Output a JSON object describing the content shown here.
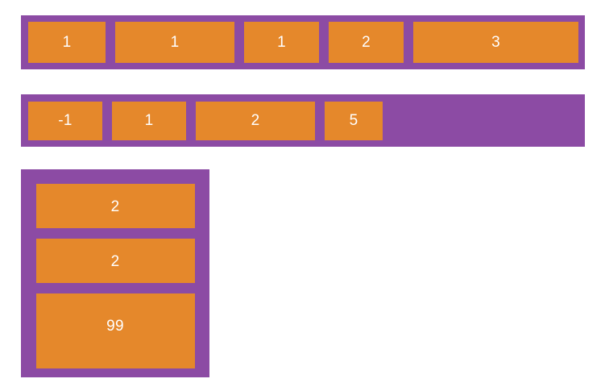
{
  "colors": {
    "container_background": "#8C4BA4",
    "cell_background": "#E5882B",
    "cell_text": "#FFFFFF",
    "page_background": "#FFFFFF"
  },
  "containers": [
    {
      "name": "array-row-1",
      "orientation": "horizontal",
      "cells": [
        {
          "value": "1"
        },
        {
          "value": "1"
        },
        {
          "value": "1"
        },
        {
          "value": "2"
        },
        {
          "value": "3"
        }
      ]
    },
    {
      "name": "array-row-2",
      "orientation": "horizontal",
      "cells": [
        {
          "value": "-1"
        },
        {
          "value": "1"
        },
        {
          "value": "2"
        },
        {
          "value": "5"
        }
      ]
    },
    {
      "name": "array-column-3",
      "orientation": "vertical",
      "cells": [
        {
          "value": "2"
        },
        {
          "value": "2"
        },
        {
          "value": "99"
        }
      ]
    }
  ]
}
